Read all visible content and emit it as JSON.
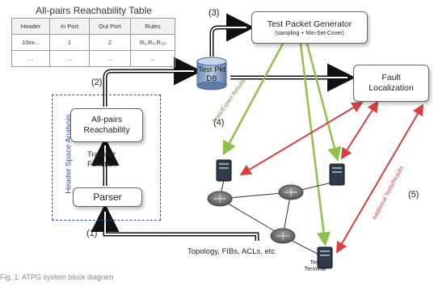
{
  "table": {
    "title": "All-pairs Reachability Table",
    "headers": [
      "Header",
      "In Port",
      "Out Port",
      "Rules"
    ],
    "rows": [
      [
        "10xx...",
        "1",
        "2",
        "R₁,R₅,R₂₀"
      ],
      [
        "...",
        "...",
        "...",
        "..."
      ]
    ]
  },
  "boxes": {
    "test_packet_generator": "Test Packet Generator",
    "test_packet_generator_sub": "(sampling + Min-Set-Cover)",
    "fault_line1": "Fault",
    "fault_line2": "Localization",
    "reach_line1": "All-pairs",
    "reach_line2": "Reachability",
    "parser": "Parser",
    "db_line1": "Test Pkt",
    "db_line2": "DB"
  },
  "labels": {
    "header_space_analysis": "Header Space Analysis",
    "transfer_line1": "Transfer",
    "transfer_line2": "Function",
    "topology": "Topology, FIBs, ACLs, etc",
    "test_line1": "Test",
    "test_line2": "Terminal",
    "tests_expected": "Tests/Expect Results",
    "additional_tests": "Additional Tests/Results",
    "footer": "Fig. 1: ATPG system block diagram"
  },
  "steps": [
    "(1)",
    "(2)",
    "(3)",
    "(4)",
    "(5)"
  ],
  "colors": {
    "green_arrow": "#8fc24a",
    "red_arrow": "#d8403f",
    "dashed_border": "#3a4bb0",
    "router": "#6f6f6f",
    "server": "#2f3a4a"
  }
}
